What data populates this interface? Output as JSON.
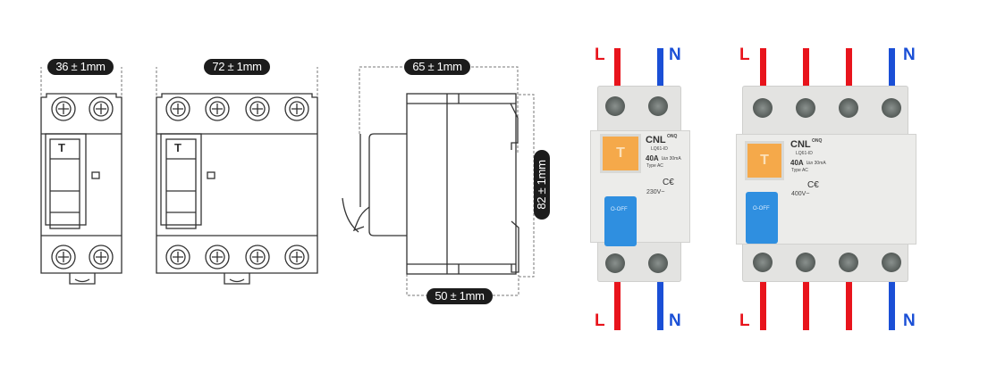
{
  "dimensions": {
    "width_2p": "36 ± 1mm",
    "width_4p": "72 ± 1mm",
    "depth_total": "65 ± 1mm",
    "height": "82 ± 1mm",
    "depth_base": "50 ± 1mm"
  },
  "drawing": {
    "test_button_letter": "T"
  },
  "products": [
    {
      "poles": "2P",
      "brand": "CNL",
      "brand_suffix": "ONQ",
      "model": "LQ61-ID",
      "rating": "40A",
      "sensitivity": "I∆n 30mA",
      "type": "Type AC",
      "voltage": "230V~",
      "switch_label": "O-OFF",
      "test_label": "T",
      "terminal_labels_top": [
        "L",
        "N"
      ],
      "terminal_labels_bottom": [
        "L",
        "N"
      ]
    },
    {
      "poles": "4P",
      "brand": "CNL",
      "brand_suffix": "ONQ",
      "model": "LQ61-ID",
      "rating": "40A",
      "sensitivity": "I∆n 30mA",
      "type": "Type AC",
      "voltage": "400V~",
      "switch_label": "O-OFF",
      "test_label": "T",
      "terminal_labels_top": [
        "L",
        "N"
      ],
      "terminal_labels_bottom": [
        "L",
        "N"
      ]
    }
  ],
  "colors": {
    "line_phase": "#e8141c",
    "line_neutral": "#1a4fd6",
    "body": "#e4e4e2",
    "toggle": "#2f8fe0",
    "test_button": "#f5a94a",
    "pill": "#1c1c1c"
  }
}
